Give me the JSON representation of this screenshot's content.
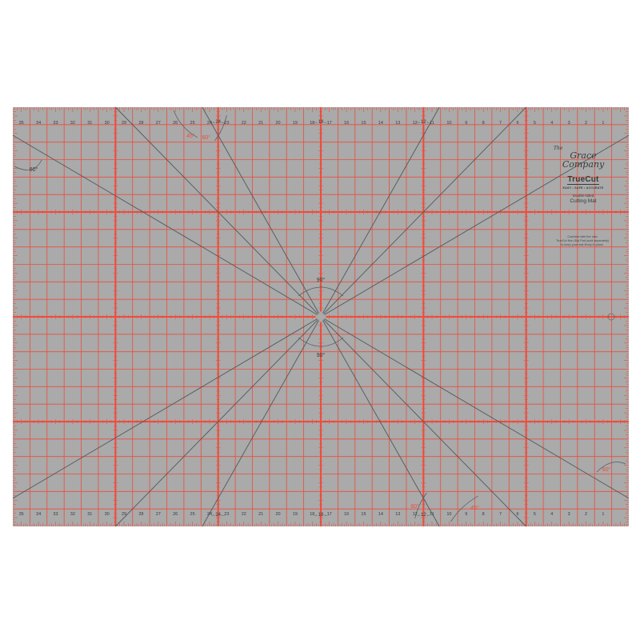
{
  "colors": {
    "background": "#ffffff",
    "mat": "#a9aaa9",
    "grid": "#f04b3c",
    "diagonal": "#505a5f",
    "text": "#3a3a3a"
  },
  "mat": {
    "units": "inches",
    "width_in": 36,
    "height_in": 24,
    "origin_corner": "top-right",
    "major_line_every_in": 6,
    "top_ruler_labels": [
      "35",
      "34",
      "33",
      "32",
      "31",
      "30",
      "29",
      "28",
      "27",
      "26",
      "25",
      "24",
      "23",
      "22",
      "21",
      "20",
      "19",
      "18",
      "17",
      "16",
      "15",
      "14",
      "13",
      "12",
      "11",
      "10",
      "9",
      "8",
      "7",
      "6",
      "5",
      "4",
      "3",
      "2",
      "1"
    ],
    "bottom_ruler_labels": [
      "35",
      "34",
      "33",
      "32",
      "31",
      "30",
      "29",
      "28",
      "27",
      "26",
      "25",
      "24",
      "23",
      "22",
      "21",
      "20",
      "19",
      "18",
      "17",
      "16",
      "15",
      "14",
      "13",
      "12",
      "11",
      "10",
      "9",
      "8",
      "7",
      "6",
      "5",
      "4",
      "3",
      "2",
      "1"
    ],
    "center_marks": {
      "top_left": "24",
      "top_mid": "18",
      "top_right": "12",
      "bottom_left": "24",
      "bottom_mid": "18",
      "bottom_right": "12"
    }
  },
  "angle_labels": {
    "top_left": "60°",
    "top_45": "45°",
    "top_60": "60°",
    "center_top": "90°",
    "center_bottom": "90°",
    "bottom_right": "60°",
    "bottom_60": "60°",
    "bottom_45": "45°"
  },
  "brand": {
    "the": "The",
    "company_line1": "Grace",
    "company_line2": "Company",
    "product": "TrueCut",
    "tagline": "EASY • SAFE • ACCURATE",
    "subtitle": "Double-sided",
    "mat_name": "Cutting Mat"
  },
  "note": {
    "line1": "Combine with the new",
    "line2": "TrueCut Non-Slip Pad (sold separately)",
    "line3": "to keep your mat firmly in place."
  }
}
